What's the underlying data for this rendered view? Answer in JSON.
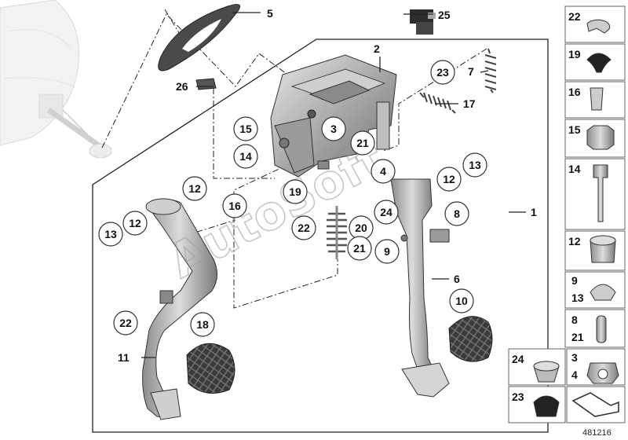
{
  "catalog_id": "481216",
  "watermark": "AutoSoft",
  "callouts": [
    {
      "label": "15"
    },
    {
      "label": "3"
    },
    {
      "label": "21"
    },
    {
      "label": "14"
    },
    {
      "label": "23"
    },
    {
      "label": "4"
    },
    {
      "label": "12"
    },
    {
      "label": "13"
    },
    {
      "label": "16"
    },
    {
      "label": "19"
    },
    {
      "label": "24"
    },
    {
      "label": "12"
    },
    {
      "label": "22"
    },
    {
      "label": "20"
    },
    {
      "label": "8"
    },
    {
      "label": "13"
    },
    {
      "label": "12"
    },
    {
      "label": "21"
    },
    {
      "label": "9"
    },
    {
      "label": "22"
    },
    {
      "label": "10"
    },
    {
      "label": "18"
    }
  ],
  "plain_labels": [
    {
      "label": "5"
    },
    {
      "label": "25"
    },
    {
      "label": "2"
    },
    {
      "label": "26"
    },
    {
      "label": "7"
    },
    {
      "label": "17"
    },
    {
      "label": "1"
    },
    {
      "label": "6"
    },
    {
      "label": "11"
    }
  ],
  "side_parts": [
    {
      "label": "22"
    },
    {
      "label": "19"
    },
    {
      "label": "16"
    },
    {
      "label": "15"
    },
    {
      "label": "14"
    },
    {
      "label": "12"
    },
    {
      "label": "9"
    },
    {
      "label": "13"
    },
    {
      "label": "8"
    },
    {
      "label": "21"
    },
    {
      "label": "24"
    },
    {
      "label": "3"
    },
    {
      "label": "4"
    },
    {
      "label": "23"
    }
  ]
}
